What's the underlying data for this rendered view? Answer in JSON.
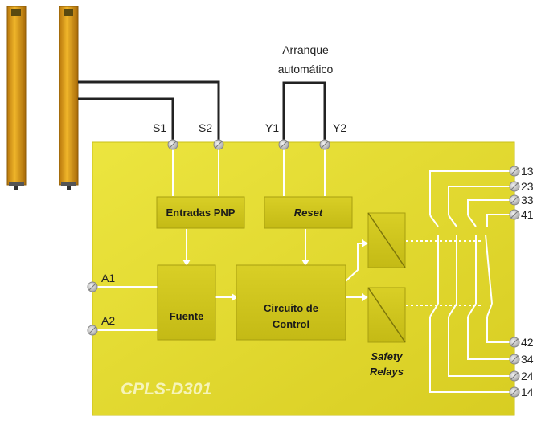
{
  "note_label": [
    "Arranque",
    "automático"
  ],
  "inputs": {
    "s1": "S1",
    "s2": "S2",
    "y1": "Y1",
    "y2": "Y2",
    "a1": "A1",
    "a2": "A2"
  },
  "blocks": {
    "entradas": "Entradas PNP",
    "reset": "Reset",
    "fuente": "Fuente",
    "circuito": [
      "Circuito de",
      "Control"
    ]
  },
  "relays_label": [
    "Safety",
    "Relays"
  ],
  "model": "CPLS-D301",
  "outputs": [
    "13",
    "23",
    "33",
    "41",
    "42",
    "34",
    "24",
    "14"
  ],
  "colors": {
    "panel": "#e2d82e",
    "block": "#cfc51e",
    "sensor": "#e3a51a",
    "wire": "#222222"
  }
}
